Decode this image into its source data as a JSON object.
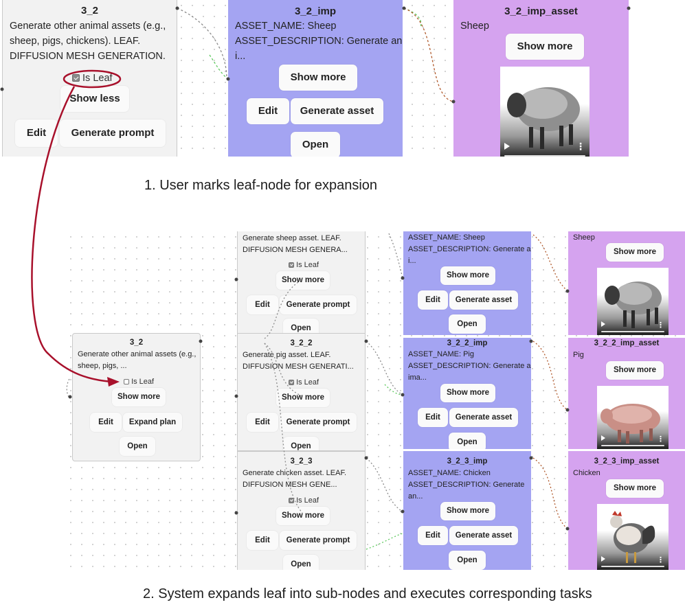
{
  "top": {
    "node_3_2": {
      "title": "3_2",
      "lines": [
        "Generate other animal assets (e.g.,",
        "sheep, pigs, chickens). LEAF.",
        "DIFFUSION MESH GENERATION."
      ],
      "is_leaf_label": "Is Leaf",
      "is_leaf_checked": true,
      "show_less": "Show less",
      "edit": "Edit",
      "generate_prompt": "Generate prompt"
    },
    "node_3_2_imp": {
      "title": "3_2_imp",
      "lines": [
        "ASSET_NAME: Sheep",
        "ASSET_DESCRIPTION: Generate an",
        "i..."
      ],
      "show_more": "Show more",
      "edit": "Edit",
      "generate_asset": "Generate asset",
      "open": "Open"
    },
    "node_3_2_imp_asset": {
      "title": "3_2_imp_asset",
      "name": "Sheep",
      "show_more": "Show more",
      "menu_glyph": "⋮"
    }
  },
  "caption_1": "1. User marks leaf-node for expansion",
  "bottom": {
    "node_3_2": {
      "title": "3_2",
      "lines": [
        "Generate other animal assets (e.g.,",
        "sheep, pigs, ..."
      ],
      "is_leaf_label": "Is Leaf",
      "is_leaf_checked": false,
      "show_more": "Show more",
      "edit": "Edit",
      "expand_plan": "Expand plan",
      "open": "Open"
    },
    "leaf_1": {
      "lines": [
        "Generate sheep asset. LEAF.",
        "DIFFUSION MESH GENERA..."
      ],
      "is_leaf_label": "Is Leaf",
      "show_more": "Show more",
      "edit": "Edit",
      "generate_prompt": "Generate prompt",
      "open": "Open"
    },
    "leaf_2": {
      "title": "3_2_2",
      "lines": [
        "Generate pig asset. LEAF.",
        "DIFFUSION MESH GENERATI..."
      ],
      "is_leaf_label": "Is Leaf",
      "show_more": "Show more",
      "edit": "Edit",
      "generate_prompt": "Generate prompt",
      "open": "Open"
    },
    "leaf_3": {
      "title": "3_2_3",
      "lines": [
        "Generate chicken asset. LEAF.",
        "DIFFUSION MESH GENE..."
      ],
      "is_leaf_label": "Is Leaf",
      "show_more": "Show more",
      "edit": "Edit",
      "generate_prompt": "Generate prompt",
      "open": "Open"
    },
    "imp_1": {
      "lines": [
        "ASSET_NAME: Sheep",
        "ASSET_DESCRIPTION: Generate an",
        "i..."
      ],
      "show_more": "Show more",
      "edit": "Edit",
      "generate_asset": "Generate asset",
      "open": "Open"
    },
    "imp_2": {
      "title": "3_2_2_imp",
      "lines": [
        "ASSET_NAME: Pig",
        "ASSET_DESCRIPTION: Generate an",
        "ima..."
      ],
      "show_more": "Show more",
      "edit": "Edit",
      "generate_asset": "Generate asset",
      "open": "Open"
    },
    "imp_3": {
      "title": "3_2_3_imp",
      "lines": [
        "ASSET_NAME: Chicken",
        "ASSET_DESCRIPTION: Generate",
        "an..."
      ],
      "show_more": "Show more",
      "edit": "Edit",
      "generate_asset": "Generate asset",
      "open": "Open"
    },
    "asset_1": {
      "name": "Sheep",
      "show_more": "Show more",
      "menu_glyph": "⋮"
    },
    "asset_2": {
      "title": "3_2_2_imp_asset",
      "name": "Pig",
      "show_more": "Show more",
      "menu_glyph": "⋮"
    },
    "asset_3": {
      "title": "3_2_3_imp_asset",
      "name": "Chicken",
      "show_more": "Show more",
      "menu_glyph": "⋮"
    }
  },
  "caption_2": "2. System expands leaf into sub-nodes and executes corresponding tasks",
  "colors": {
    "gray_node": "#f2f2f2",
    "imp_node": "#a4a4f2",
    "asset_node": "#d5a3ef",
    "annotation_red": "#a8102b",
    "edge_gray": "#8a8a8a",
    "edge_green": "#5cc85c",
    "edge_brown": "#b0582a"
  },
  "icons": [
    "checkbox-icon",
    "play-icon",
    "more-vert-icon",
    "sheep-render",
    "pig-render",
    "chicken-render"
  ]
}
